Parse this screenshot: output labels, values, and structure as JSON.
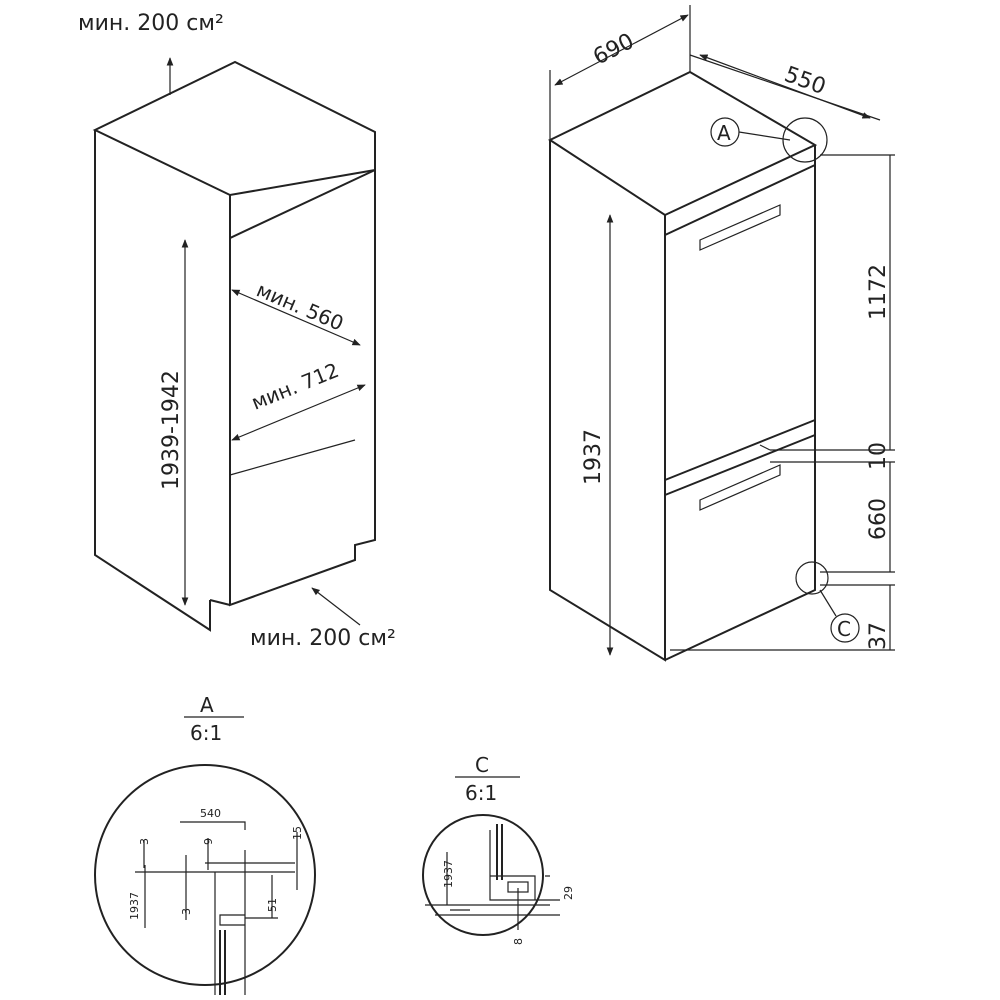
{
  "cabinet": {
    "vent_top": "мин. 200 см²",
    "vent_bottom": "мин. 200 см²",
    "depth": "мин. 560",
    "width": "мин. 712",
    "height": "1939-1942"
  },
  "fridge": {
    "width": "690",
    "depth": "550",
    "height": "1937",
    "upper": "1172",
    "gap": "10",
    "lower": "660",
    "bottom": "37",
    "callout_a": "A",
    "callout_c": "C"
  },
  "detail_a": {
    "title": "A",
    "scale": "6:1",
    "labels": [
      "540",
      "15",
      "9",
      "3",
      "1937",
      "3",
      "51"
    ]
  },
  "detail_c": {
    "title": "C",
    "scale": "6:1",
    "labels": [
      "1937",
      "29",
      "8"
    ]
  }
}
